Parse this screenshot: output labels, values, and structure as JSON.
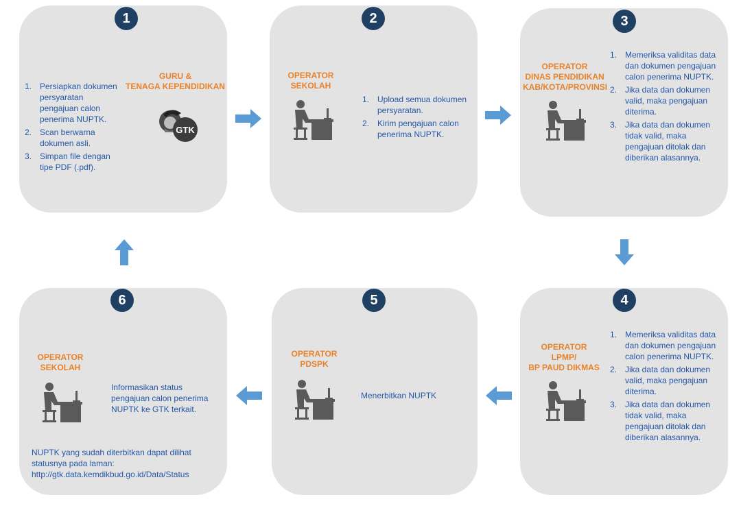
{
  "steps": [
    {
      "number": "1",
      "role_lines": [
        "GURU &",
        "TENAGA KEPENDIDIKAN"
      ],
      "items": [
        "Persiapkan dokumen persyaratan pengajuan calon penerima NUPTK.",
        "Scan berwarna dokumen asli.",
        "Simpan file dengan tipe PDF (.pdf)."
      ],
      "logo_text": "GTK"
    },
    {
      "number": "2",
      "role_lines": [
        "OPERATOR",
        "SEKOLAH"
      ],
      "items": [
        "Upload semua dokumen persyaratan.",
        "Kirim pengajuan calon penerima NUPTK."
      ]
    },
    {
      "number": "3",
      "role_lines": [
        "OPERATOR",
        "DINAS PENDIDIKAN",
        "KAB/KOTA/PROVINSI"
      ],
      "items": [
        "Memeriksa validitas data dan dokumen pengajuan calon penerima NUPTK.",
        "Jika data dan dokumen valid, maka pengajuan diterima.",
        "Jika data dan dokumen tidak valid, maka pengajuan ditolak dan diberikan alasannya."
      ]
    },
    {
      "number": "4",
      "role_lines": [
        "OPERATOR",
        "LPMP/",
        "BP PAUD DIKMAS"
      ],
      "items": [
        "Memeriksa validitas data dan dokumen pengajuan calon penerima NUPTK.",
        "Jika data dan dokumen valid, maka pengajuan diterima.",
        "Jika data dan dokumen tidak valid, maka pengajuan ditolak dan diberikan alasannya."
      ]
    },
    {
      "number": "5",
      "role_lines": [
        "OPERATOR",
        "PDSPK"
      ],
      "text": "Menerbitkan NUPTK"
    },
    {
      "number": "6",
      "role_lines": [
        "OPERATOR",
        "SEKOLAH"
      ],
      "text_lines": [
        "Informasikan status",
        "pengajuan calon penerima",
        "NUPTK ke GTK terkait."
      ],
      "note_lines": [
        "NUPTK yang sudah diterbitkan dapat dilihat",
        "statusnya pada laman:",
        "http://gtk.data.kemdikbud.go.id/Data/Status"
      ]
    }
  ],
  "colors": {
    "card": "#e3e3e3",
    "badge": "#1f3f63",
    "role": "#e8822a",
    "text": "#2457a8",
    "arrow": "#5b9bd5"
  }
}
